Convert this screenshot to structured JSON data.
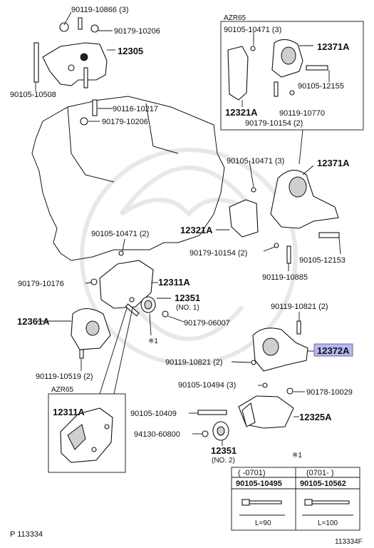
{
  "labels": {
    "p90119_10866": "90119-10866 (3)",
    "p90179_10206_a": "90179-10206",
    "p12305": "12305",
    "p90105_10508": "90105-10508",
    "p90116_10217": "90116-10217",
    "p90179_10206_b": "90179-10206",
    "azr65_top": "AZR65",
    "p90105_10471_box": "90105-10471 (3)",
    "p12371a_box": "12371A",
    "p90105_12155": "90105-12155",
    "p12321a_box": "12321A",
    "p90119_10770": "90119-10770",
    "p90179_10154_box": "90179-10154 (2)",
    "p90105_10471_mid": "90105-10471 (3)",
    "p12371a": "12371A",
    "p12321a": "12321A",
    "p90179_10154": "90179-10154 (2)",
    "p90105_12153": "90105-12153",
    "p90119_10885": "90119-10885",
    "p90105_10471_left": "90105-10471 (2)",
    "p12311a": "12311A",
    "p90179_10176": "90179-10176",
    "p12351": "12351",
    "p12351_no1": "(NO. 1)",
    "p12361a": "12361A",
    "p90179_06007": "90179-06007",
    "mark_note": "※1",
    "p90119_10821_a": "90119-10821 (2)",
    "p12372a": "12372A",
    "p90119_10821_b": "90119-10821 (2)",
    "p90119_10519": "90119-10519 (2)",
    "azr65_bottom": "AZR65",
    "p12311a_box": "12311A",
    "p90105_10494": "90105-10494 (3)",
    "p90178_10029": "90178-10029",
    "p90105_10409": "90105-10409",
    "p12325a": "12325A",
    "p94130_60800": "94130-60800",
    "p12351_b": "12351",
    "p12351_no2": "(NO. 2)"
  },
  "bolt_table": {
    "mark": "※1",
    "col1_range": "(     -0701)",
    "col2_range": "(0701-      )",
    "col1_part": "90105-10495",
    "col2_part": "90105-10562",
    "col1_length": "L=90",
    "col2_length": "L=100"
  },
  "footer": {
    "page_ref": "P  113334",
    "figure_id": "113334F"
  },
  "highlight_color": "#b8b8f0"
}
